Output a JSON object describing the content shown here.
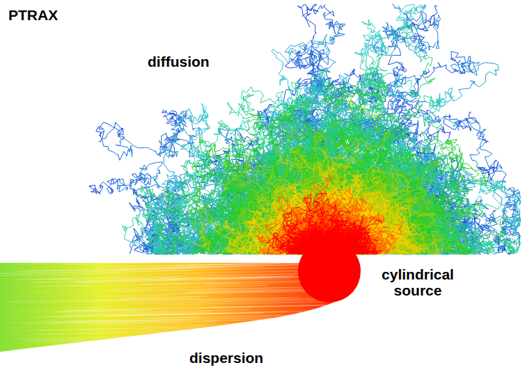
{
  "diagram": {
    "title": "PTRAX",
    "labels": [
      "diffusion",
      "cylindrical source",
      "dispersion"
    ]
  }
}
